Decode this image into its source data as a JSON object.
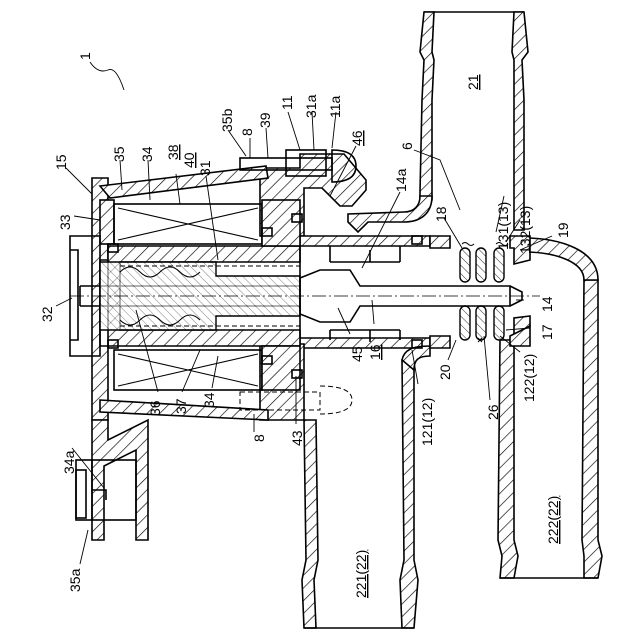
{
  "labels": {
    "l1": "1",
    "l15": "15",
    "l35": "35",
    "l34top": "34",
    "l38": "38",
    "l40": "40",
    "l31": "31",
    "l35b": "35b",
    "l8top": "8",
    "l39": "39",
    "l11": "11",
    "l31a": "31a",
    "l11a": "11a",
    "l46": "46",
    "l21": "21",
    "l6": "6",
    "l14a": "14a",
    "l33": "33",
    "l18": "18",
    "l131": "131(13)",
    "l132": "132(13)",
    "l19": "19",
    "l32": "32",
    "l14": "14",
    "l17": "17",
    "l122": "122(12)",
    "l45": "45",
    "l16": "16",
    "l20": "20",
    "l26": "26",
    "l36": "36",
    "l37": "37",
    "l34bot": "34",
    "l8bot": "8",
    "l43": "43",
    "l121": "121(12)",
    "l34a": "34a",
    "l35a": "35a",
    "l221": "221(22)",
    "l222": "222(22)"
  }
}
